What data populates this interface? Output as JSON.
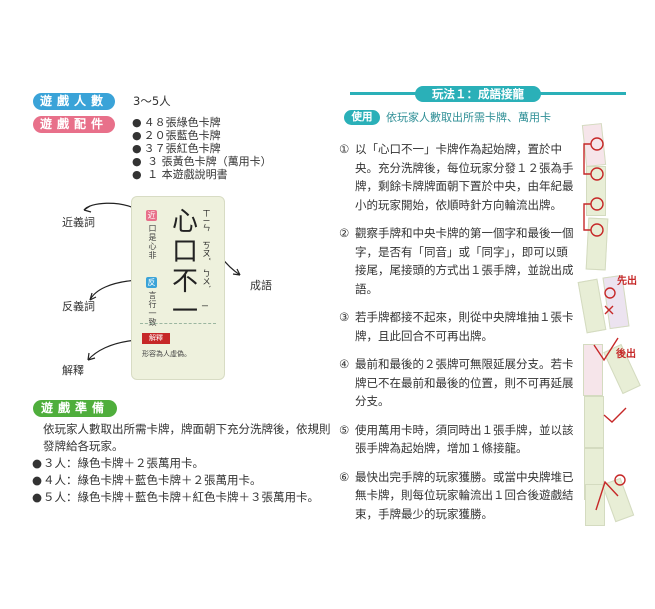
{
  "players": {
    "label": "遊戲人數",
    "value": "3～5人"
  },
  "components": {
    "label": "遊戲配件",
    "items": [
      "４８張綠色卡牌",
      "２０張藍色卡牌",
      "３７張紅色卡牌",
      " ３ 張黃色卡牌（萬用卡）",
      " １ 本遊戲說明書"
    ]
  },
  "example_card": {
    "idiom_chars": [
      "心",
      "口",
      "不",
      "一"
    ],
    "zhuyin": [
      "ㄒㄧㄣ",
      "ㄎㄡˇ",
      "ㄅㄨˋ",
      "ㄧ"
    ],
    "synonym_tag": "近",
    "synonym": "口是心非",
    "antonym_tag": "反",
    "antonym": "言行一致",
    "explain_tag": "解釋",
    "explanation": "形容為人虛偽。",
    "callouts": {
      "synonym": "近義詞",
      "antonym": "反義詞",
      "explanation": "解釋",
      "idiom": "成語"
    }
  },
  "preparation": {
    "label": "遊戲準備",
    "intro": "依玩家人數取出所需卡牌，牌面朝下充分洗牌後，依規則發牌給各玩家。",
    "rules": [
      "３人：綠色卡牌＋２張萬用卡。",
      "４人：綠色卡牌＋藍色卡牌＋２張萬用卡。",
      "５人：綠色卡牌＋藍色卡牌＋紅色卡牌＋３張萬用卡。"
    ]
  },
  "gameplay": {
    "title": "玩法１：成語接龍",
    "use_label": "使用",
    "use_text": "依玩家人數取出所需卡牌、萬用卡",
    "steps": [
      {
        "num": "①",
        "text": "以「心口不一」卡牌作為起始牌，置於中央。充分洗牌後，每位玩家分發１２張為手牌，剩餘卡牌牌面朝下置於中央，由年紀最小的玩家開始，依順時針方向輪流出牌。"
      },
      {
        "num": "②",
        "text": "觀察手牌和中央卡牌的第一個字和最後一個字，是否有「同音」或「同字」，即可以頭接尾，尾接頭的方式出１張手牌，並說出成語。"
      },
      {
        "num": "③",
        "text": "若手牌都接不起來，則從中央牌堆抽１張卡牌，且此回合不可再出牌。"
      },
      {
        "num": "④",
        "text": "最前和最後的２張牌可無限延展分支。若卡牌已不在最前和最後的位置，則不可再延展分支。"
      },
      {
        "num": "⑤",
        "text": "使用萬用卡時，須同時出１張手牌，並以該張手牌為起始牌，增加１條接龍。"
      },
      {
        "num": "⑥",
        "text": "最快出完手牌的玩家獲勝。或當中央牌堆已無卡牌，則每位玩家輪流出１回合後遊戲結束，手牌最少的玩家獲勝。"
      }
    ],
    "diagram_labels": {
      "first": "先出",
      "later": "後出"
    }
  },
  "colors": {
    "players_pill": "#3aa3d8",
    "components_pill": "#e8708a",
    "preparation_pill": "#4fae3c",
    "gameplay_accent": "#2ab0b8",
    "card_bg": "#eef1dd",
    "diagram_red": "#c62828"
  }
}
